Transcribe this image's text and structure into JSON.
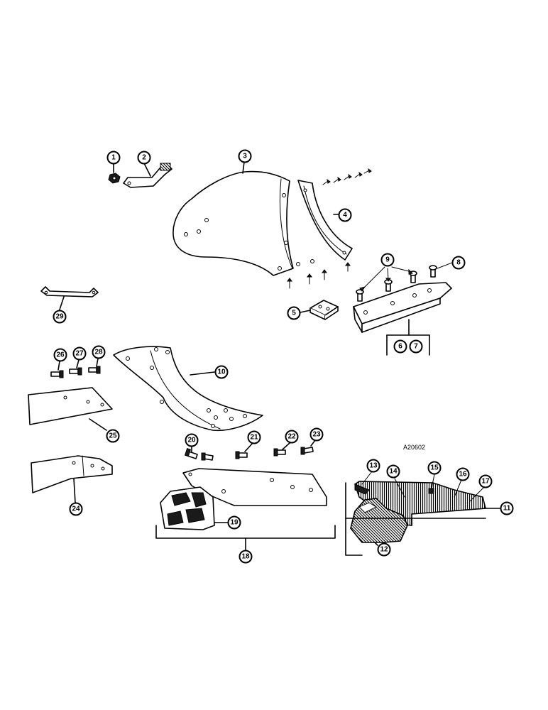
{
  "reference_code": "A20602",
  "callouts": {
    "c1": "1",
    "c2": "2",
    "c3": "3",
    "c4": "4",
    "c5": "5",
    "c6": "6",
    "c7": "7",
    "c8": "8",
    "c9": "9",
    "c10": "10",
    "c11": "11",
    "c12": "12",
    "c13": "13",
    "c14": "14",
    "c15": "15",
    "c16": "16",
    "c17": "17",
    "c18": "18",
    "c19": "19",
    "c20": "20",
    "c21": "21",
    "c22": "22",
    "c23": "23",
    "c24": "24",
    "c25": "25",
    "c26": "26",
    "c27": "27",
    "c28": "28",
    "c29": "29"
  }
}
